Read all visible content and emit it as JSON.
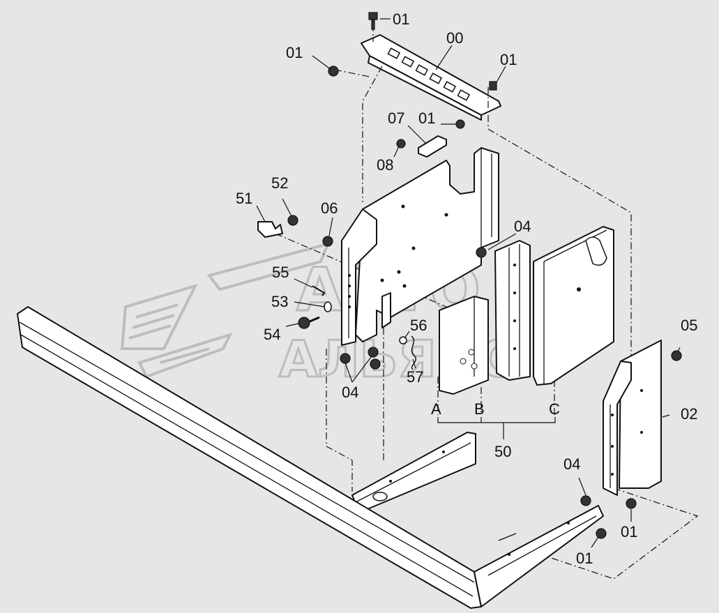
{
  "watermark": {
    "line1": "АВТО",
    "line2": "АЛЬЯНС",
    "logo": "avto-alliance-logo"
  },
  "callouts": [
    {
      "id": "c1",
      "text": "01"
    },
    {
      "id": "c2",
      "text": "00"
    },
    {
      "id": "c3",
      "text": "01"
    },
    {
      "id": "c4",
      "text": "01"
    },
    {
      "id": "c5",
      "text": "07"
    },
    {
      "id": "c6",
      "text": "01"
    },
    {
      "id": "c7",
      "text": "08"
    },
    {
      "id": "c8",
      "text": "52"
    },
    {
      "id": "c9",
      "text": "51"
    },
    {
      "id": "c10",
      "text": "06"
    },
    {
      "id": "c11",
      "text": "04"
    },
    {
      "id": "c12",
      "text": "55"
    },
    {
      "id": "c13",
      "text": "53"
    },
    {
      "id": "c14",
      "text": "54"
    },
    {
      "id": "c15",
      "text": "56"
    },
    {
      "id": "c16",
      "text": "57"
    },
    {
      "id": "c17",
      "text": "04"
    },
    {
      "id": "c18",
      "text": "A"
    },
    {
      "id": "c19",
      "text": "B"
    },
    {
      "id": "c20",
      "text": "C"
    },
    {
      "id": "c21",
      "text": "50"
    },
    {
      "id": "c22",
      "text": "05"
    },
    {
      "id": "c23",
      "text": "02"
    },
    {
      "id": "c24",
      "text": "04"
    },
    {
      "id": "c25",
      "text": "01"
    },
    {
      "id": "c26",
      "text": "01"
    }
  ]
}
